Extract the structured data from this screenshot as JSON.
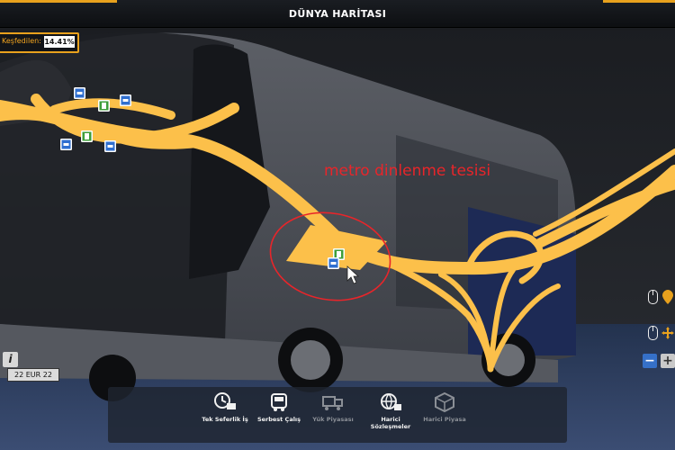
{
  "window": {
    "title": "DÜNYA HARİTASI"
  },
  "exploration": {
    "label": "Keşfedilen:",
    "value": "14.41%"
  },
  "annotation": {
    "text": "metro dinlenme tesisi"
  },
  "vehicle": {
    "plate": "22 EUR 22"
  },
  "info_button": {
    "glyph": "i"
  },
  "map_controls": {
    "zoom_out": "−",
    "zoom_in": "+"
  },
  "tabs": [
    {
      "label": "Tek Seferlik İş",
      "icon": "single-job-icon",
      "enabled": true
    },
    {
      "label": "Serbest Çalış",
      "icon": "freelance-truck-icon",
      "enabled": true
    },
    {
      "label": "Yük Piyasası",
      "icon": "cargo-market-icon",
      "enabled": false
    },
    {
      "label": "Harici Sözleşmeler",
      "icon": "external-contracts-icon",
      "enabled": true
    },
    {
      "label": "Harici Piyasa",
      "icon": "external-market-icon",
      "enabled": false
    }
  ],
  "colors": {
    "accent": "#e8a11d",
    "road": "#fcc04a",
    "annotation": "#e8252a",
    "parking_icon": "#2f6fd0",
    "fuel_icon": "#3d9e3a",
    "zoom_out_bg": "#3570c8"
  }
}
